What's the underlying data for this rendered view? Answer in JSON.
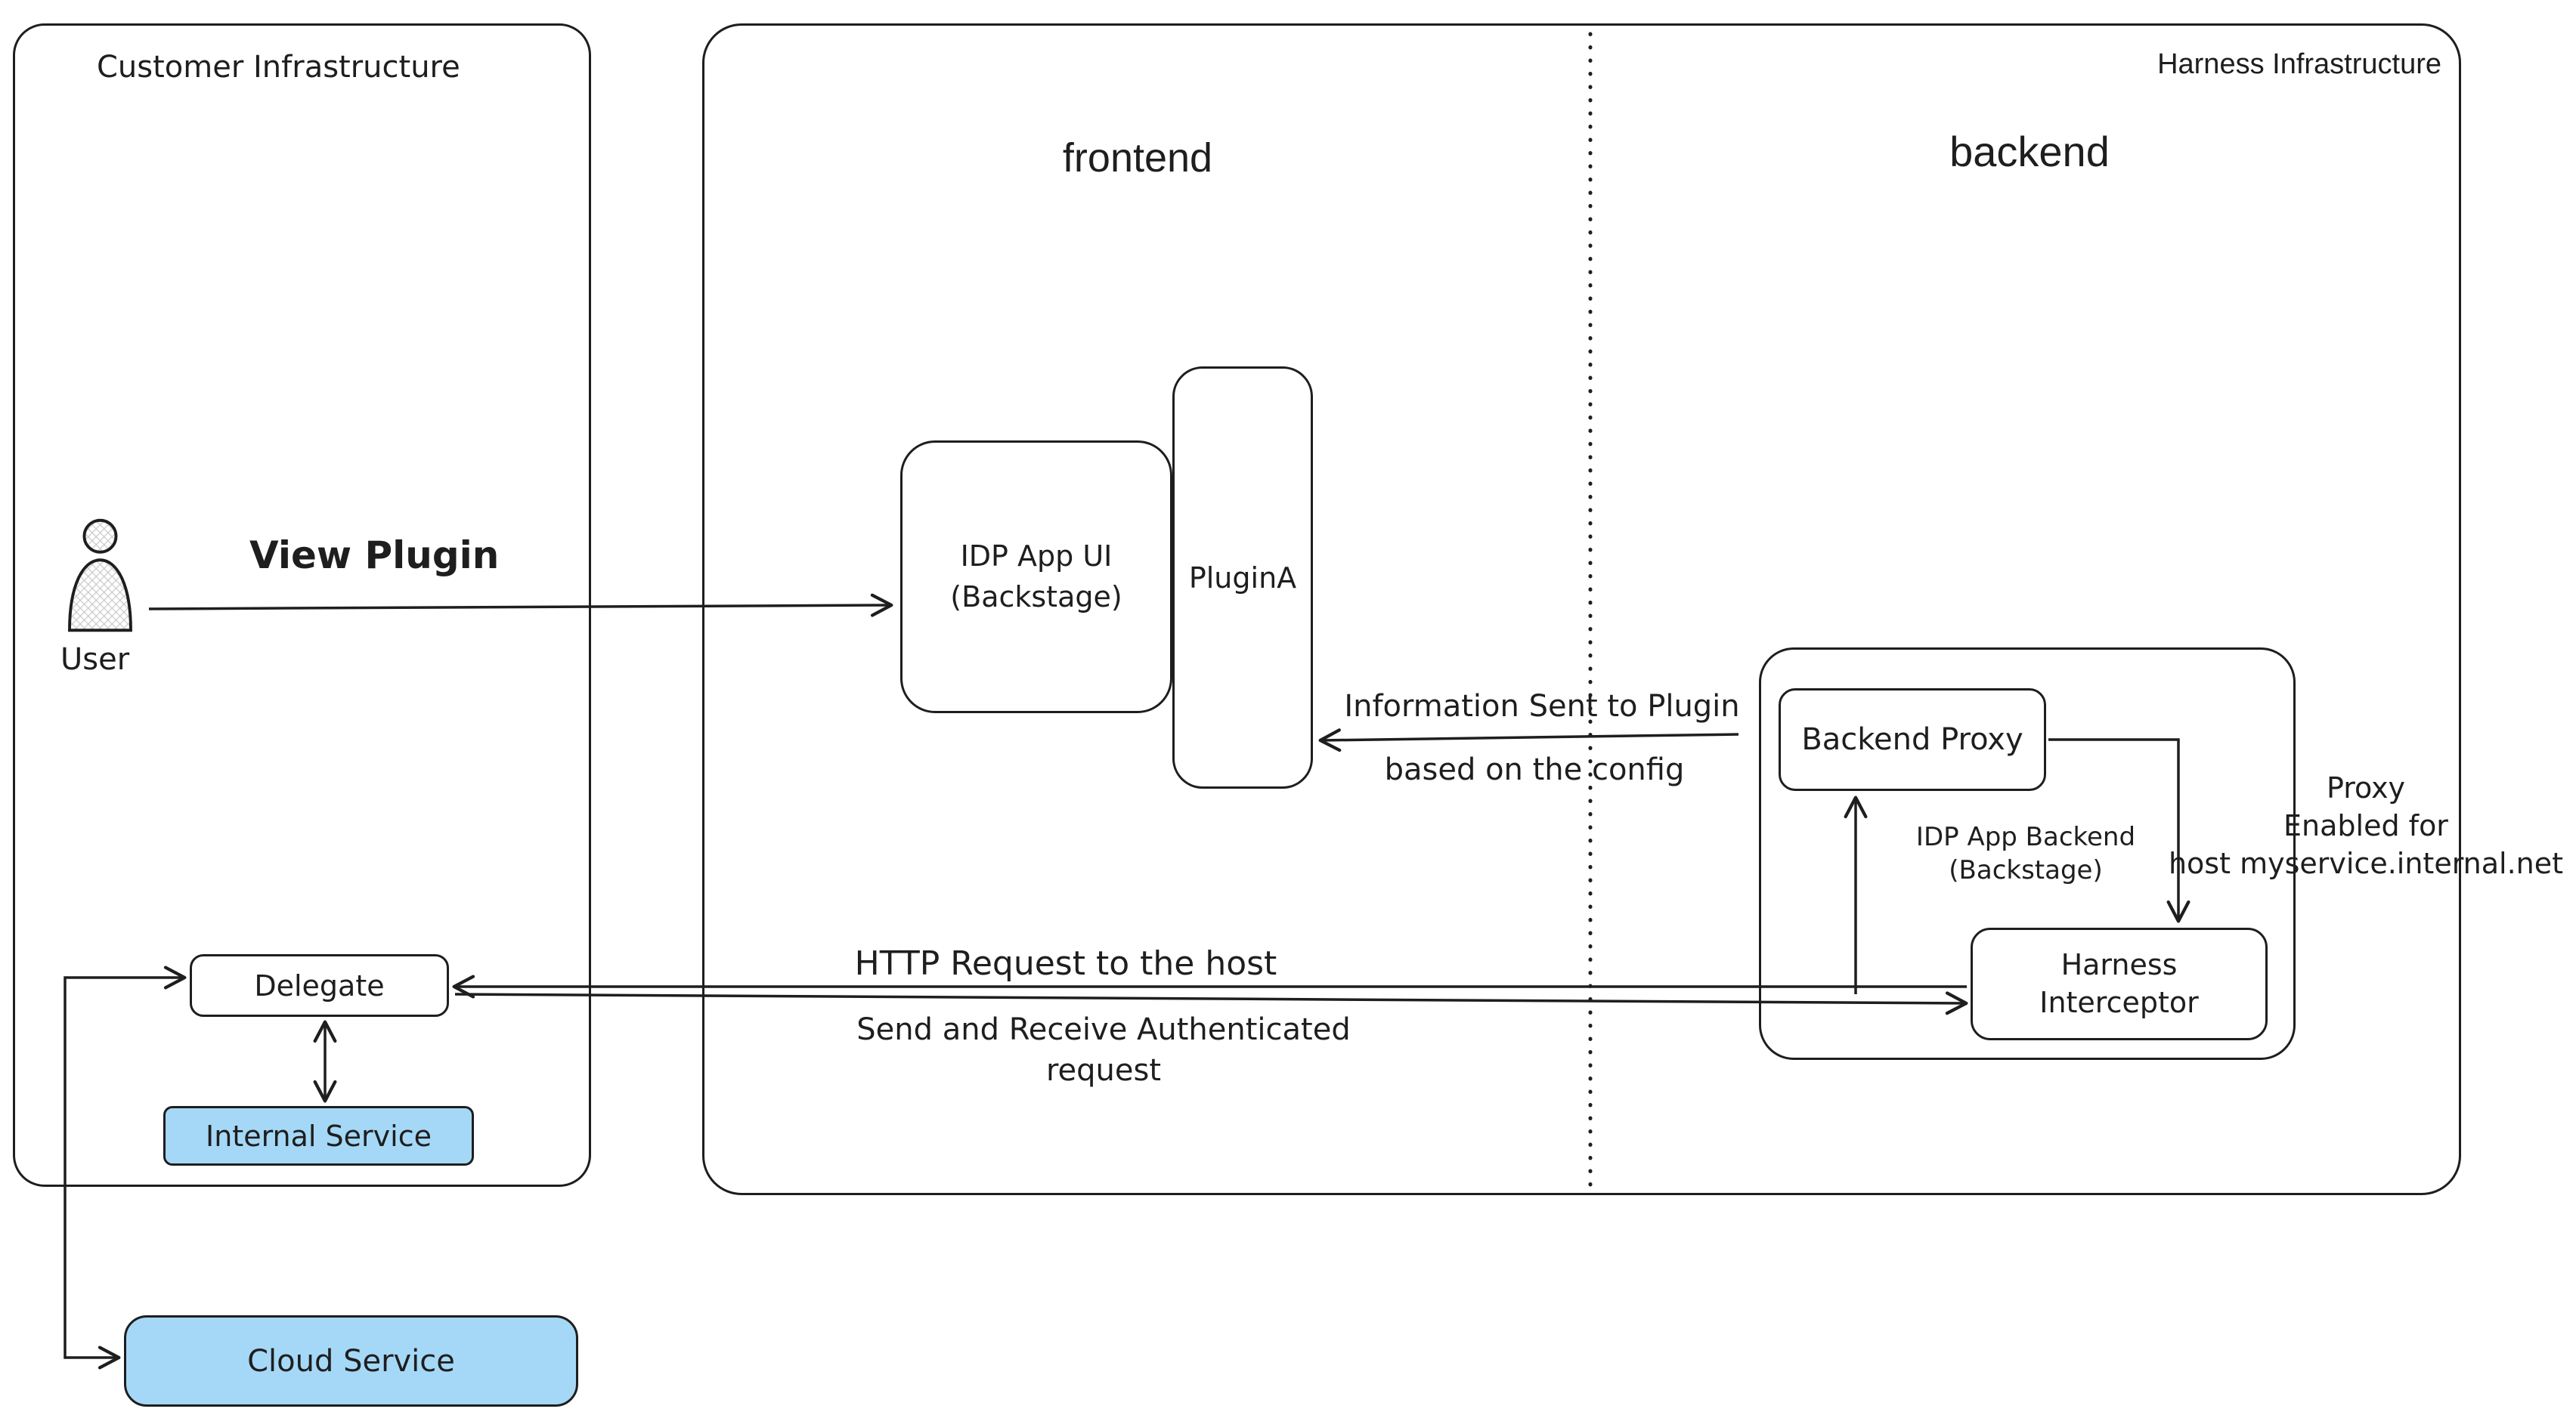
{
  "colors": {
    "stroke": "#1e1e1e",
    "service_fill": "#a5d8f7",
    "canvas_bg": "#ffffff"
  },
  "customer": {
    "title": "Customer Infrastructure",
    "user_label": "User",
    "view_plugin_label": "View Plugin",
    "delegate_label": "Delegate",
    "internal_service_label": "Internal Service",
    "cloud_service_label": "Cloud Service"
  },
  "harness": {
    "title": "Harness Infrastructure",
    "frontend_label": "frontend",
    "backend_label": "backend",
    "idp_app_ui": {
      "line1": "IDP App UI",
      "line2": "(Backstage)"
    },
    "plugin_a_label": "PluginA",
    "backend_proxy_label": "Backend Proxy",
    "idp_app_backend": {
      "line1": "IDP App Backend",
      "line2": "(Backstage)"
    },
    "interceptor": {
      "line1": "Harness",
      "line2": "Interceptor"
    }
  },
  "annotations": {
    "info_sent": {
      "line1": "Information Sent to Plugin",
      "line2": "based on the config"
    },
    "proxy_note": {
      "line1": "Proxy",
      "line2": "Enabled for",
      "line3": "host myservice.internal.net"
    },
    "http_request": {
      "line1": "HTTP Request to the host",
      "line2": "Send and Receive Authenticated",
      "line3": "request"
    }
  }
}
